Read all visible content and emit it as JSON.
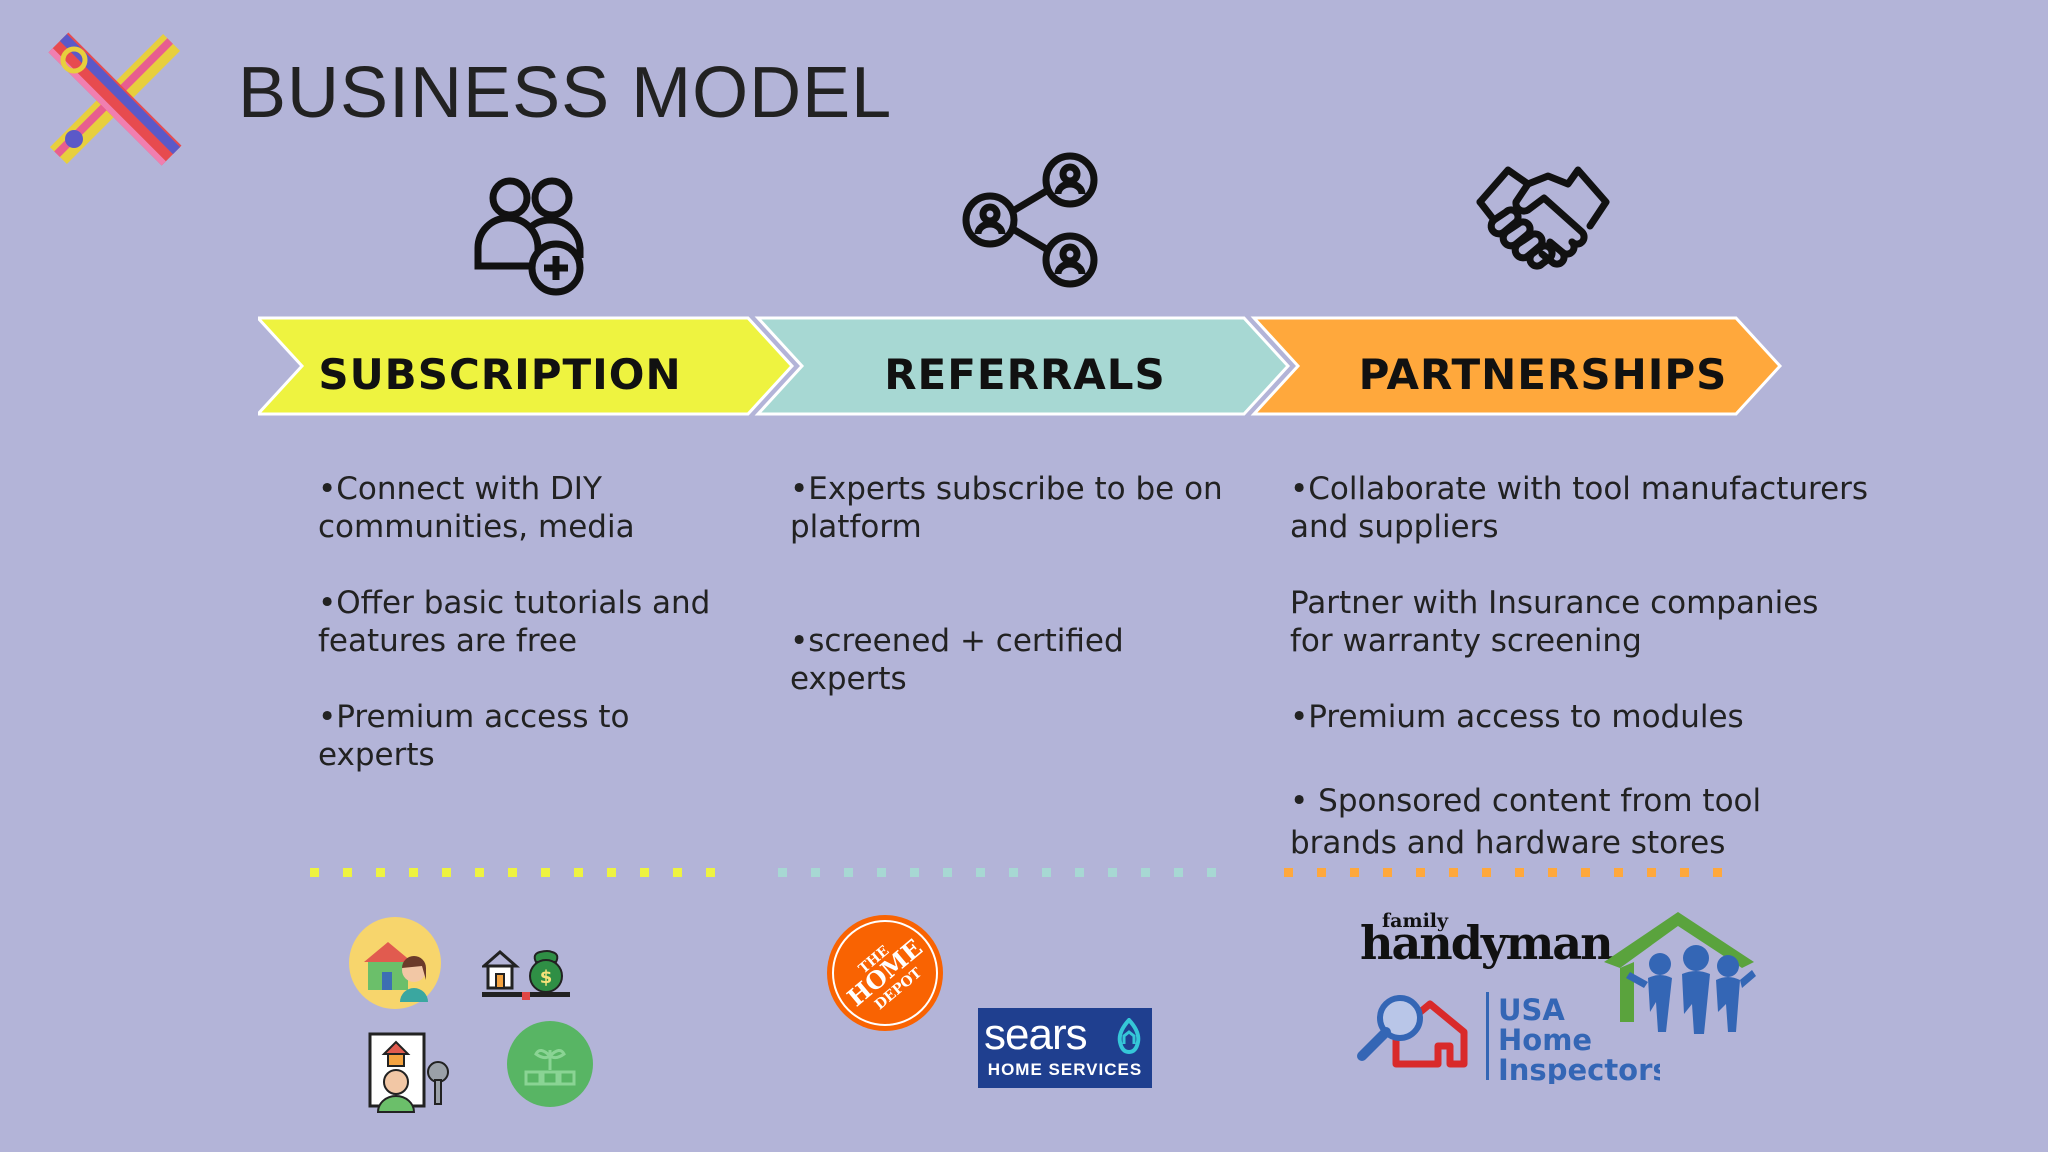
{
  "title": "BUSINESS MODEL",
  "colors": {
    "background": "#b3b4d8",
    "subscription": "#eef340",
    "referrals": "#a7d8d3",
    "partnerships": "#ffa83c"
  },
  "columns": [
    {
      "label": "SUBSCRIPTION",
      "icon": "add-user-icon",
      "items": [
        "•Connect with DIY communities, media",
        "•Offer basic tutorials and features are free",
        "•Premium access to experts"
      ]
    },
    {
      "label": "REFERRALS",
      "icon": "share-network-icon",
      "items": [
        "•Experts subscribe to be on platform",
        "•screened + certified experts"
      ]
    },
    {
      "label": "PARTNERSHIPS",
      "icon": "handshake-icon",
      "items": [
        "•Collaborate with tool manufacturers and suppliers",
        "Partner with Insurance companies for warranty screening",
        "•Premium access to modules",
        "• Sponsored content from tool brands and hardware stores"
      ]
    }
  ],
  "logos": {
    "home_depot": {
      "lines": [
        "THE",
        "HOME",
        "DEPOT"
      ]
    },
    "sears": {
      "name": "sears",
      "sub": "HOME SERVICES"
    },
    "family_handyman": {
      "small": "family",
      "big": "handyman"
    },
    "usa_home_inspectors": {
      "lines": [
        "USA",
        "Home",
        "Inspectors"
      ]
    }
  }
}
